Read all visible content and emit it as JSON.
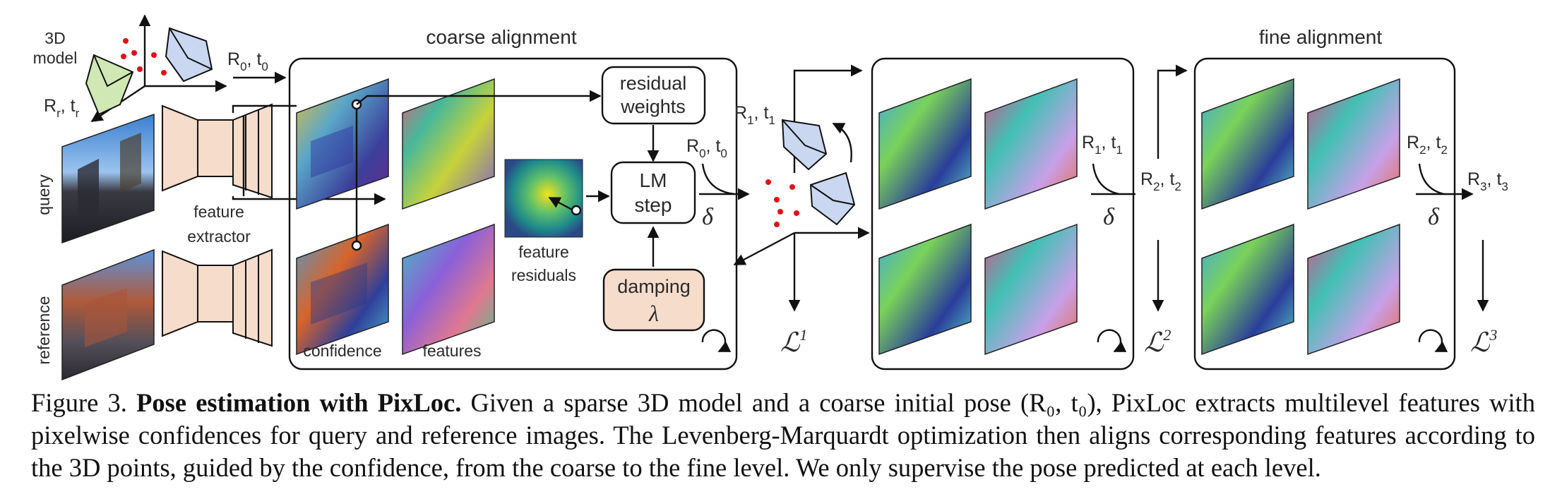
{
  "figure": {
    "model_label": [
      "3D",
      "model"
    ],
    "pose_ref": {
      "base": "R",
      "sub": "r",
      "sep": ", ",
      "base2": "t",
      "sub2": "r"
    },
    "pose_init": {
      "base": "R",
      "sub": "0",
      "sep": ", ",
      "base2": "t",
      "sub2": "0"
    },
    "query_label": "query",
    "reference_label": "reference",
    "feature_extractor_label": [
      "feature",
      "extractor"
    ],
    "coarse_title": "coarse alignment",
    "fine_title": "fine alignment",
    "confidence_label": "confidence",
    "features_label": "features",
    "residual_weights_label": [
      "residual",
      "weights"
    ],
    "lm_step_label": [
      "LM",
      "step"
    ],
    "feature_residuals_label": [
      "feature",
      "residuals"
    ],
    "damping_label": "damping",
    "lambda_symbol": "λ",
    "delta_symbol": "δ",
    "pose_coarse_in": {
      "base": "R",
      "sub": "0",
      "base2": "t",
      "sub2": "0"
    },
    "pose_coarse_out": {
      "base": "R",
      "sub": "1",
      "base2": "t",
      "sub2": "1"
    },
    "pose_mid_in": {
      "base": "R",
      "sub": "1",
      "base2": "t",
      "sub2": "1"
    },
    "pose_mid_out": {
      "base": "R",
      "sub": "2",
      "base2": "t",
      "sub2": "2"
    },
    "pose_fine_in": {
      "base": "R",
      "sub": "2",
      "base2": "t",
      "sub2": "2"
    },
    "pose_fine_out": {
      "base": "R",
      "sub": "3",
      "base2": "t",
      "sub2": "3"
    },
    "loss_symbol": "ℒ",
    "loss_1": "1",
    "loss_2": "2",
    "loss_3": "3"
  },
  "caption": {
    "prefix": "Figure 3. ",
    "bold": "Pose estimation with PixLoc.",
    "part1": " Given a sparse 3D model and a coarse initial pose ",
    "math": "(R₀, t₀)",
    "part2": ", PixLoc extracts multilevel features with pixelwise confidences for query and reference images. The Levenberg-Marquardt optimization then aligns corresponding features according to the 3D points, guided by the confidence, from the coarse to the fine level. We only supervise the pose predicted at each level."
  },
  "colors": {
    "extractor_fill": "#f6dcca",
    "damping_fill": "#f6dcca",
    "points": "#e0101a",
    "camera_blue": "#c9d7f0",
    "camera_green": "#cfe8b4"
  }
}
